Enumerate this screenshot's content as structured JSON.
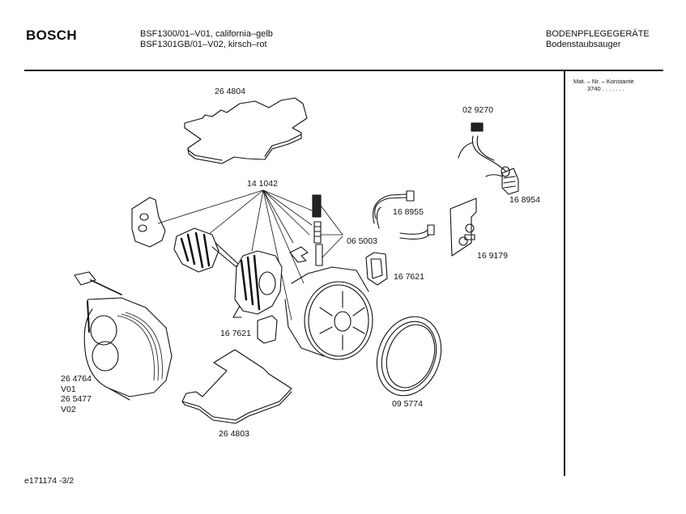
{
  "header": {
    "brand": "BOSCH",
    "models": [
      "BSF1300/01–V01, california–gelb",
      "BSF1301GB/01–V02, kirsch–rot"
    ],
    "category": "BODENPFLEGEGERÄTE",
    "subcategory": "Bodenstaubsauger"
  },
  "side_panel": {
    "title": "Mat. – Nr. – Konstante",
    "value": "3740 . . . . . . ."
  },
  "footer": {
    "page_code": "e171174 -3/2"
  },
  "parts": [
    {
      "id": "filter-top",
      "label": "26 4804"
    },
    {
      "id": "motor-set",
      "label": "14 1042"
    },
    {
      "id": "switch",
      "label": "02 9270"
    },
    {
      "id": "connector",
      "label": "16 8954"
    },
    {
      "id": "cable-clip",
      "label": "16 8955"
    },
    {
      "id": "carbon-brush",
      "label": "06 5003"
    },
    {
      "id": "pcb",
      "label": "16 9179"
    },
    {
      "id": "motor-holder-right",
      "label": "16 7621"
    },
    {
      "id": "motor-holder-left",
      "label": "16 7621"
    },
    {
      "id": "cable-reel",
      "labels": [
        "26 4764",
        "V01",
        "26 5477",
        "V02"
      ]
    },
    {
      "id": "filter-bottom",
      "label": "26 4803"
    },
    {
      "id": "seal-ring",
      "label": "09 5774"
    }
  ]
}
